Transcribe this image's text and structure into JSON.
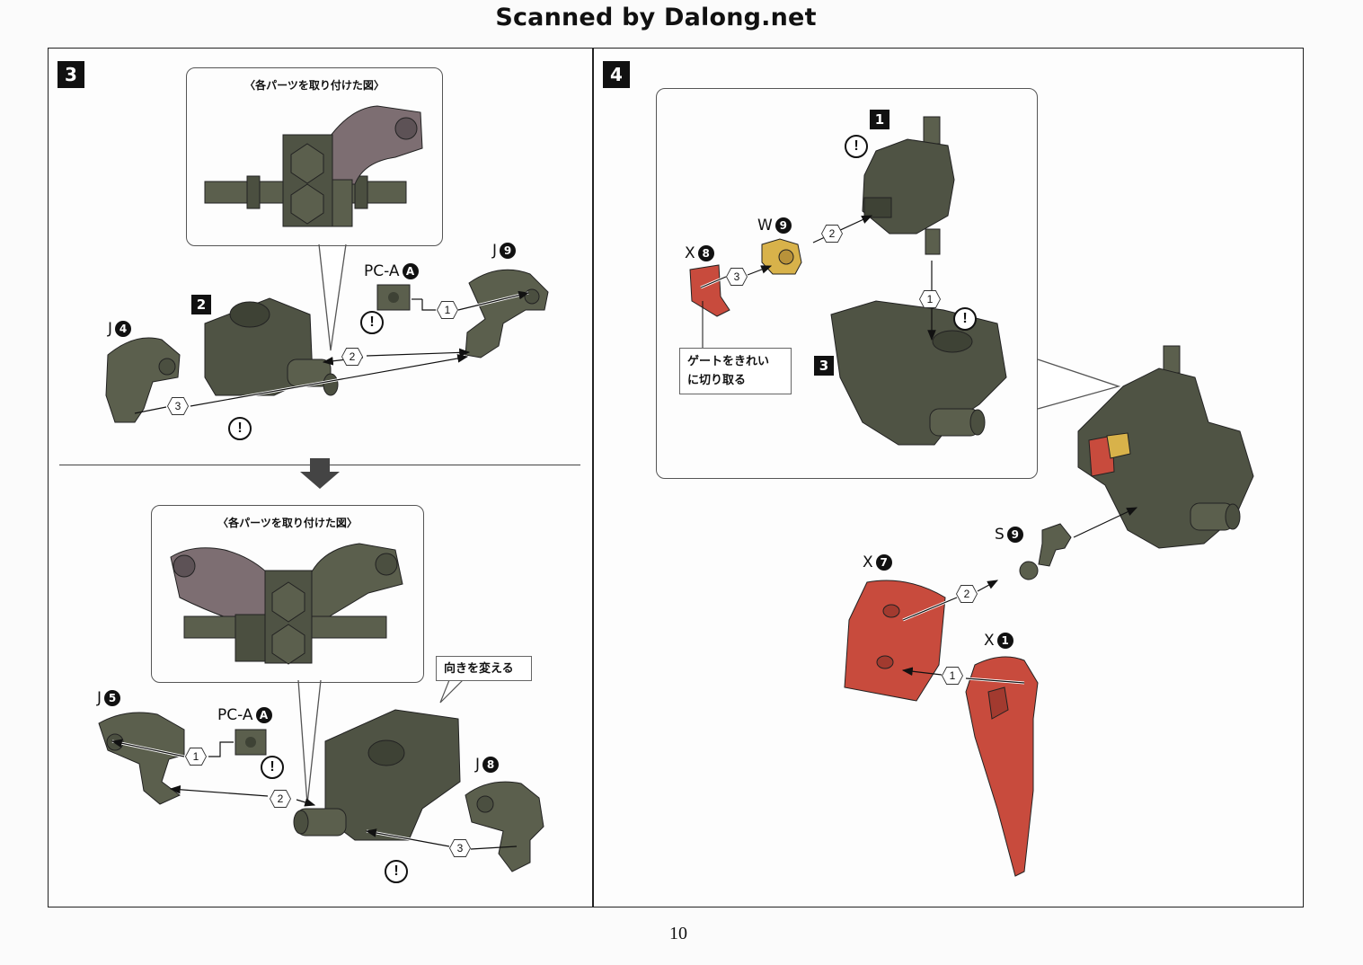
{
  "header": {
    "title": "Scanned by Dalong.net"
  },
  "page_number": "10",
  "colors": {
    "olive": "#5b5f4d",
    "olive_dark": "#3e4235",
    "purple": "#7d6e72",
    "red": "#c84b3d",
    "gold": "#d8b24a"
  },
  "step3": {
    "badge": "3",
    "callout_top": {
      "title": "〈各パーツを取り付けた図〉"
    },
    "sub_badge": "2",
    "parts": [
      {
        "code": "J",
        "num": "4"
      },
      {
        "code": "PC-A",
        "num": "A"
      },
      {
        "code": "J",
        "num": "9"
      }
    ],
    "arrows": [
      "1",
      "2",
      "3"
    ],
    "warning": "!"
  },
  "step3b": {
    "callout": {
      "title": "〈各パーツを取り付けた図〉"
    },
    "note": "向きを変える",
    "parts": [
      {
        "code": "J",
        "num": "5"
      },
      {
        "code": "PC-A",
        "num": "A"
      },
      {
        "code": "J",
        "num": "8"
      }
    ],
    "arrows": [
      "1",
      "2",
      "3"
    ],
    "warning": "!"
  },
  "step4": {
    "badge": "4",
    "sub_badges": [
      "1",
      "3"
    ],
    "parts": [
      {
        "code": "X",
        "num": "8"
      },
      {
        "code": "W",
        "num": "9"
      },
      {
        "code": "S",
        "num": "9"
      },
      {
        "code": "X",
        "num": "7"
      },
      {
        "code": "X",
        "num": "1"
      }
    ],
    "note_lines": [
      "ゲートをきれい",
      "に切り取る"
    ],
    "arrows": [
      "1",
      "2",
      "3"
    ],
    "warning": "!"
  }
}
